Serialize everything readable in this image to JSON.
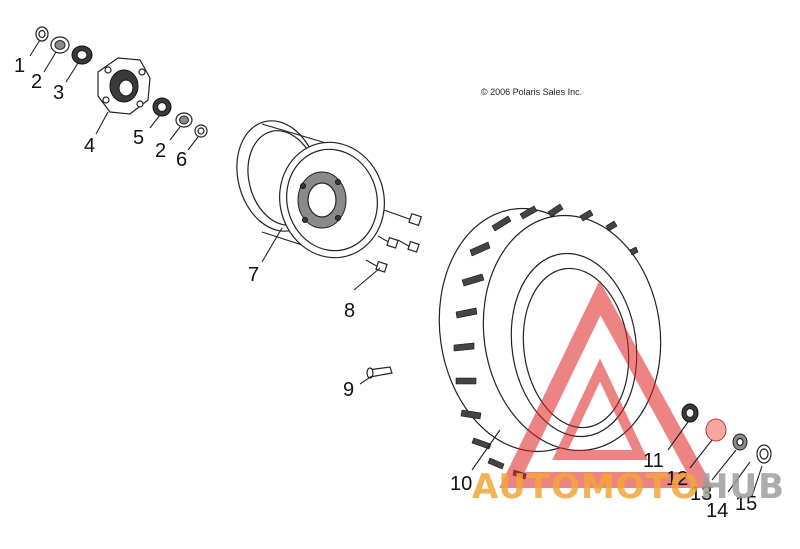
{
  "copyright": "© 2006 Polaris Sales Inc.",
  "watermark": {
    "prefix": "AUTOMOTO",
    "suffix": "HUB",
    "prefix_color": "#f3a53a",
    "suffix_color": "#9e9e9e",
    "triangle_color": "#e02020"
  },
  "callouts": [
    {
      "id": "c1",
      "label": "1",
      "part": "washer"
    },
    {
      "id": "c2a",
      "label": "2",
      "part": "seal"
    },
    {
      "id": "c3",
      "label": "3",
      "part": "bearing"
    },
    {
      "id": "c4",
      "label": "4",
      "part": "hub"
    },
    {
      "id": "c5",
      "label": "5",
      "part": "bearing"
    },
    {
      "id": "c2b",
      "label": "2",
      "part": "seal"
    },
    {
      "id": "c6",
      "label": "6",
      "part": "washer"
    },
    {
      "id": "c7",
      "label": "7",
      "part": "wheel-rim"
    },
    {
      "id": "c8",
      "label": "8",
      "part": "wheel-stud"
    },
    {
      "id": "c9",
      "label": "9",
      "part": "valve-stem"
    },
    {
      "id": "c10",
      "label": "10",
      "part": "tire"
    },
    {
      "id": "c11",
      "label": "11",
      "part": "cap"
    },
    {
      "id": "c12",
      "label": "12",
      "part": "washer"
    },
    {
      "id": "c13",
      "label": "13",
      "part": "nut"
    },
    {
      "id": "c14",
      "label": "14",
      "part": "cotter-pin"
    },
    {
      "id": "c15",
      "label": "15",
      "part": "cap"
    }
  ]
}
